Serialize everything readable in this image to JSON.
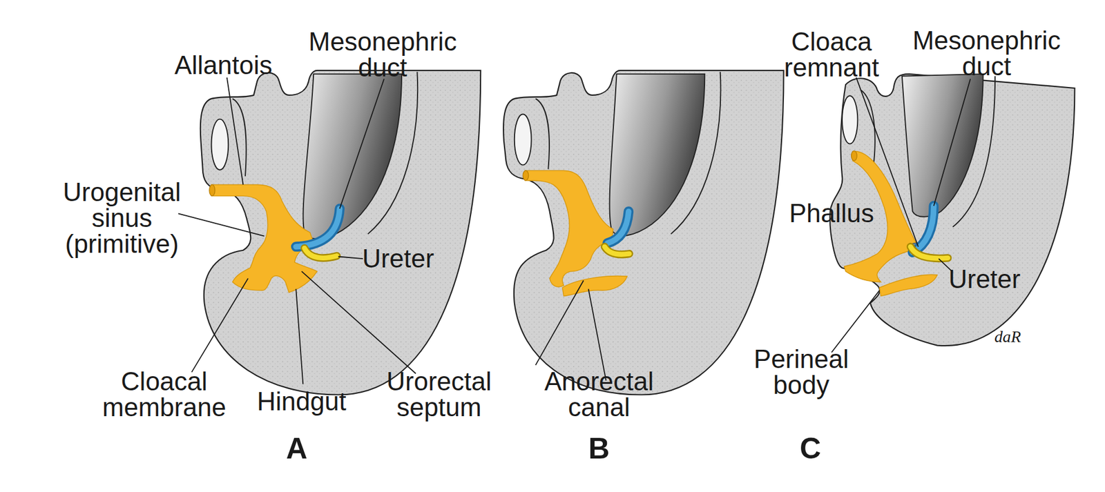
{
  "diagram": {
    "labels": [
      "Allantois",
      "Mesonephric duct",
      "Urogenital sinus (primitive)",
      "Ureter",
      "Cloacal membrane",
      "Hindgut",
      "Urorectal septum",
      "A",
      "Anorectal canal",
      "B",
      "Cloaca remnant",
      "Mesonephric duct",
      "Phallus",
      "Ureter",
      "Perineal body",
      "C",
      "daR"
    ]
  }
}
